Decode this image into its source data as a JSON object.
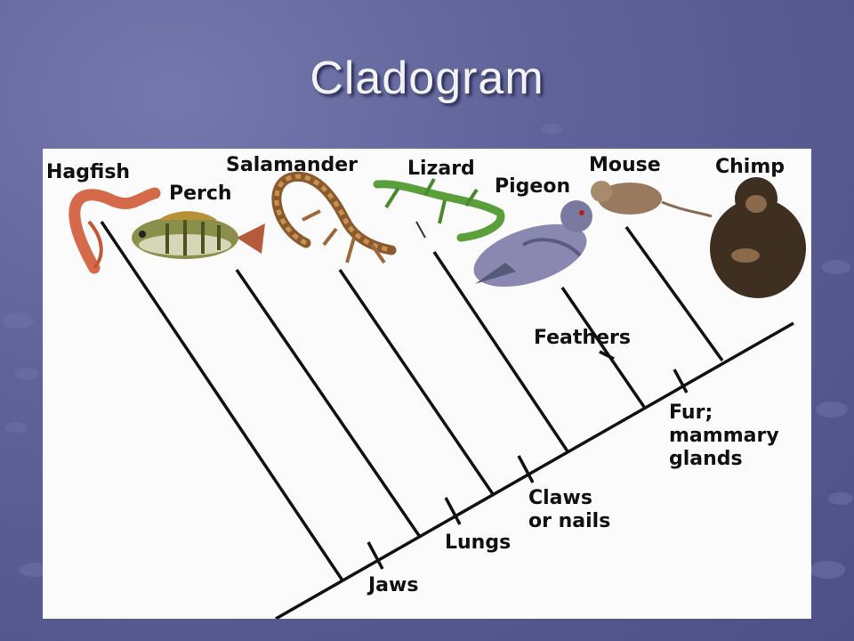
{
  "slide": {
    "title": "Cladogram"
  },
  "taxa": {
    "hagfish": "Hagfish",
    "perch": "Perch",
    "salamander": "Salamander",
    "lizard": "Lizard",
    "pigeon": "Pigeon",
    "mouse": "Mouse",
    "chimp": "Chimp"
  },
  "traits": {
    "jaws": "Jaws",
    "lungs": "Lungs",
    "claws_line1": "Claws",
    "claws_line2": "or nails",
    "feathers": "Feathers",
    "fur_line1": "Fur;",
    "fur_line2": "mammary",
    "fur_line3": "glands"
  },
  "colors": {
    "background": "#5e6298",
    "panel": "#fbfbfb",
    "lines": "#111111",
    "title": "#f3f3f3"
  }
}
